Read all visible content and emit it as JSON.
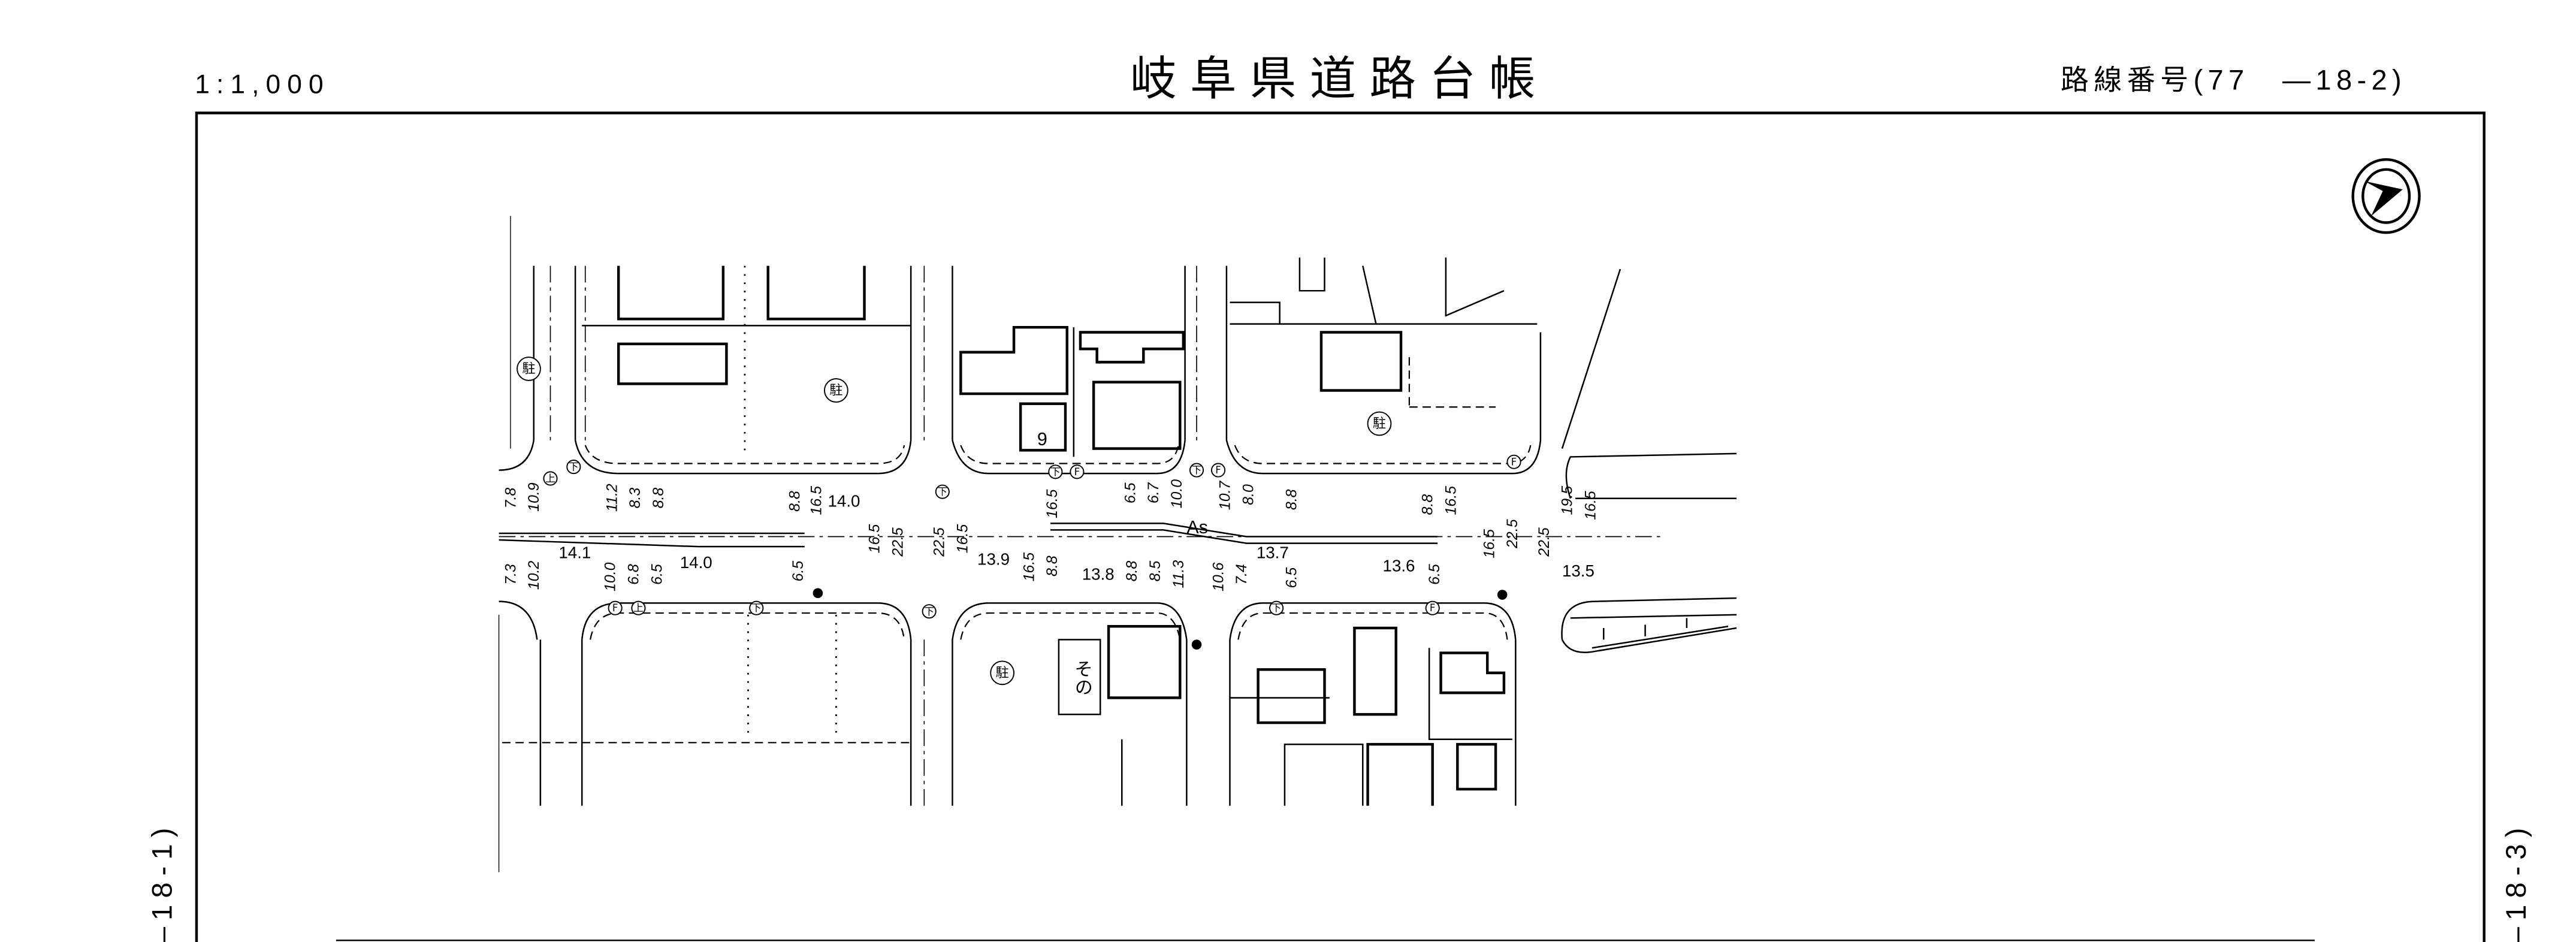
{
  "header": {
    "scale": "1:1,000",
    "title": "岐阜県道路台帳",
    "route_number": "路線番号(77　—18-2)"
  },
  "side_labels": {
    "left": "—18-1)",
    "right": "—18-3)"
  },
  "compass": {
    "name": "north-arrow"
  },
  "map": {
    "symbols": {
      "parking": "駐",
      "sewer": "下",
      "fire": "F",
      "water": "上",
      "other": "その",
      "lot_number": "9",
      "surface": "As"
    },
    "upper_dims": [
      "7.8",
      "10.9",
      "11.2",
      "8.3",
      "8.8",
      "8.8",
      "16.5",
      "16.5",
      "22.5",
      "22.5",
      "16.5",
      "16.5",
      "6.5",
      "6.7",
      "10.0",
      "10.7",
      "8.0",
      "8.8",
      "8.8",
      "16.5",
      "16.5",
      "22.5",
      "22.5",
      "19.5",
      "16.5"
    ],
    "lower_dims": [
      "7.3",
      "10.2",
      "10.0",
      "6.8",
      "6.5",
      "6.5",
      "16.5",
      "8.8",
      "8.8",
      "8.5",
      "11.3",
      "10.6",
      "7.4",
      "6.5",
      "6.5"
    ],
    "widths": [
      "14.1",
      "14.0",
      "14.0",
      "13.9",
      "13.8",
      "13.7",
      "13.6",
      "13.5"
    ]
  },
  "colors": {
    "ink": "#000000",
    "paper": "#ffffff"
  }
}
